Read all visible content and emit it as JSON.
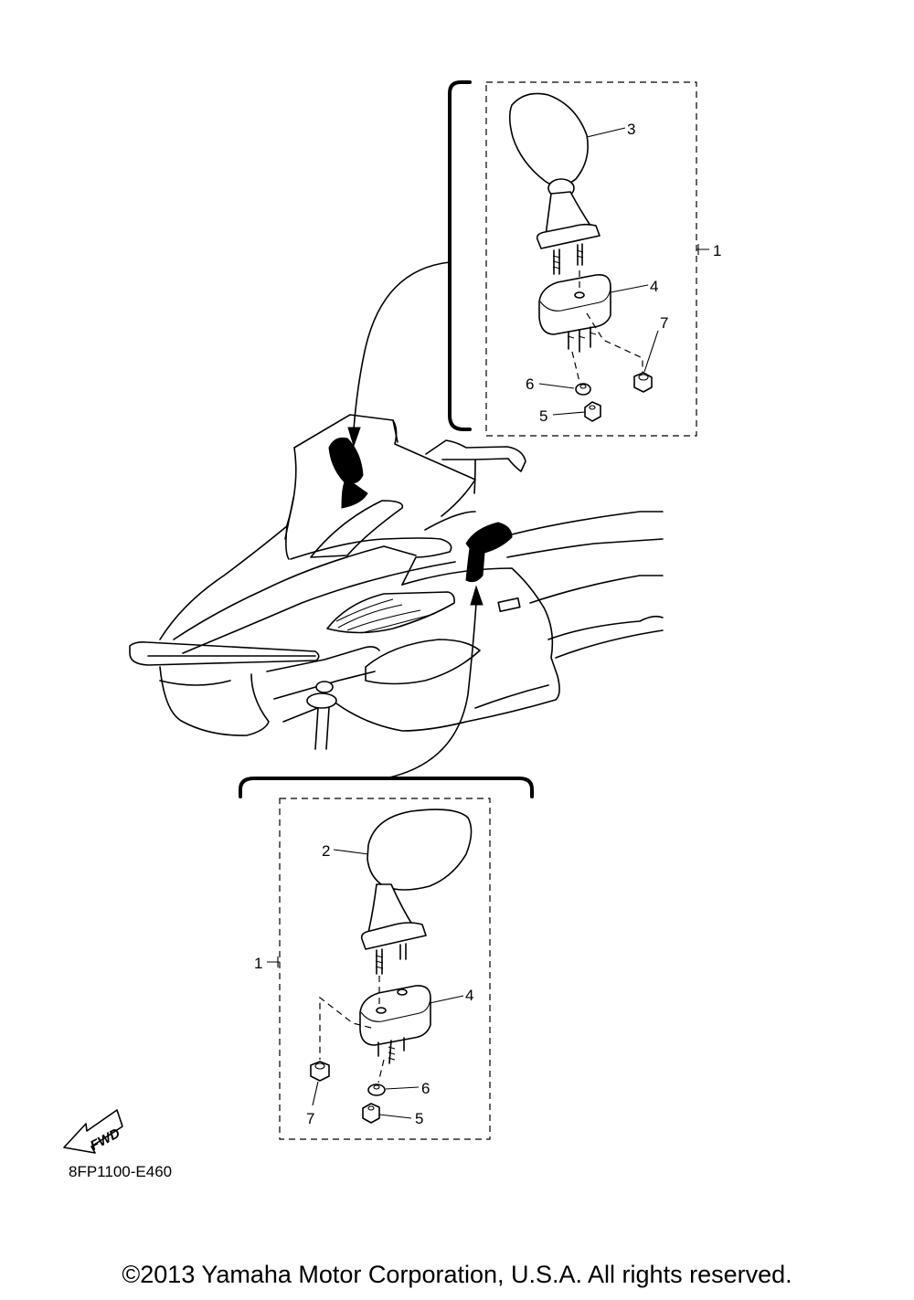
{
  "diagram": {
    "callouts": {
      "upper": {
        "set": "1",
        "mirror": "3",
        "bracket": "4",
        "nut_a": "7",
        "washer": "6",
        "nut_b": "5"
      },
      "lower": {
        "set": "1",
        "mirror": "2",
        "bracket": "4",
        "nut_a": "7",
        "washer": "6",
        "nut_b": "5"
      }
    },
    "fwd_label": "FWD",
    "drawing_code": "8FP1100-E460"
  },
  "footer": {
    "copyright": "©2013 Yamaha Motor Corporation, U.S.A. All rights reserved."
  }
}
